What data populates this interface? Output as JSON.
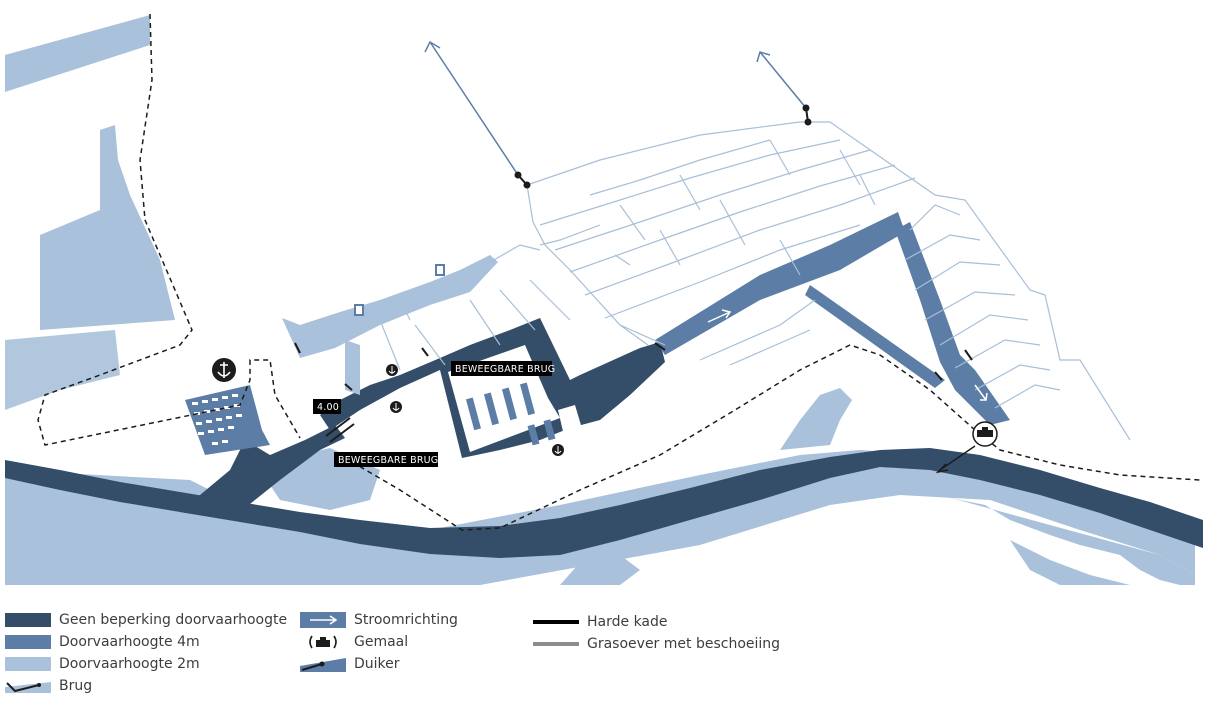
{
  "colors": {
    "dark": "#344d69",
    "medium": "#5c7ea6",
    "light": "#a9c1da",
    "canal_line": "#a8bfd8",
    "dash": "#1c1c1c"
  },
  "map": {
    "labels": {
      "bridge_upper": "BEWEEGBARE BRUG",
      "bridge_lower": "BEWEEGBARE BRUG",
      "height_tag": "4.00"
    },
    "icons": [
      "anchor-icon",
      "pumping-station-icon",
      "boat-icon",
      "flow-arrow-icon",
      "bridge-icon"
    ]
  },
  "legend": {
    "geen_beperking": "Geen beperking doorvaarhoogte",
    "doorvaarhoogte_4m": "Doorvaarhoogte 4m",
    "doorvaarhoogte_2m": "Doorvaarhoogte 2m",
    "brug": "Brug",
    "stroomrichting": "Stroomrichting",
    "gemaal": "Gemaal",
    "duiker": "Duiker",
    "harde_kade": "Harde kade",
    "grasoever": "Grasoever met beschoeiing"
  }
}
